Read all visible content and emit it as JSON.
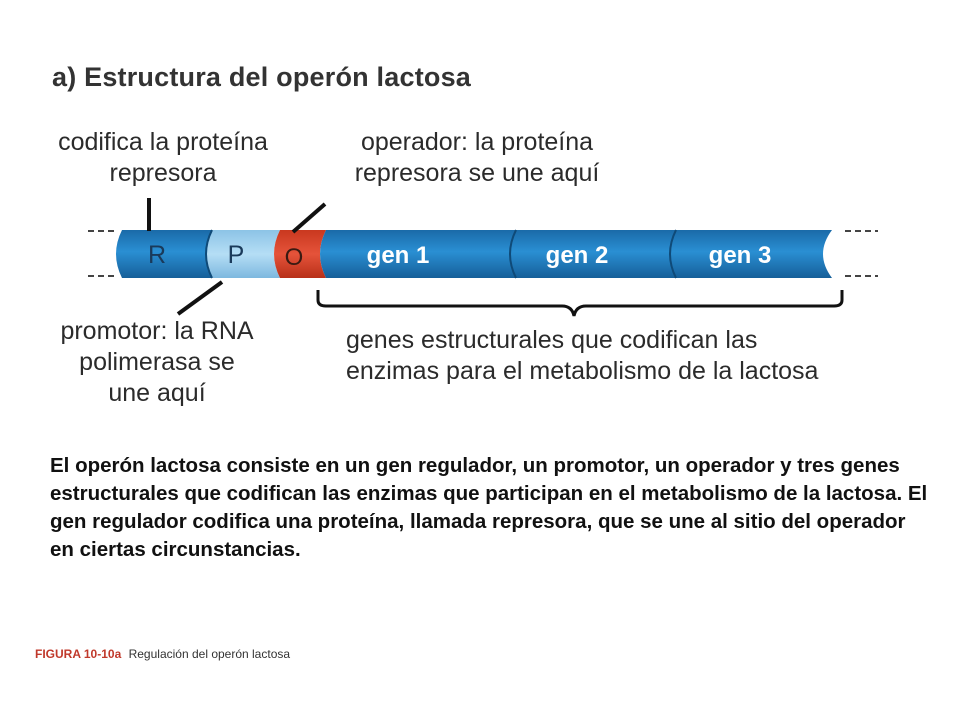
{
  "diagram": {
    "title": "a) Estructura del operón lactosa",
    "labels": {
      "repressor_gene": [
        "codifica la proteína",
        "represora"
      ],
      "operator": [
        "operador: la proteína",
        "represora se une aquí"
      ],
      "promoter": [
        "promotor: la RNA",
        "polimerasa se",
        "une aquí"
      ],
      "structural_genes": [
        "genes estructurales que codifican las",
        "enzimas para el metabolismo de la lactosa"
      ]
    },
    "segments": {
      "r": "R",
      "p": "P",
      "o": "O",
      "gene1": "gen 1",
      "gene2": "gen 2",
      "gene3": "gen 3"
    },
    "colors": {
      "dna_blue": "#1f7fc4",
      "promoter_light": "#9fd0ee",
      "operator_red": "#d9412b"
    }
  },
  "caption": "El operón lactosa consiste en un gen regulador, un promotor, un operador y tres genes estructurales que codifican las enzimas que participan en el metabolismo de la lactosa. El gen regulador codifica una proteína, llamada represora, que se une al sitio del operador en ciertas circunstancias.",
  "figure_caption": {
    "number": "FIGURA 10-10a",
    "text": "Regulación del operón lactosa"
  }
}
